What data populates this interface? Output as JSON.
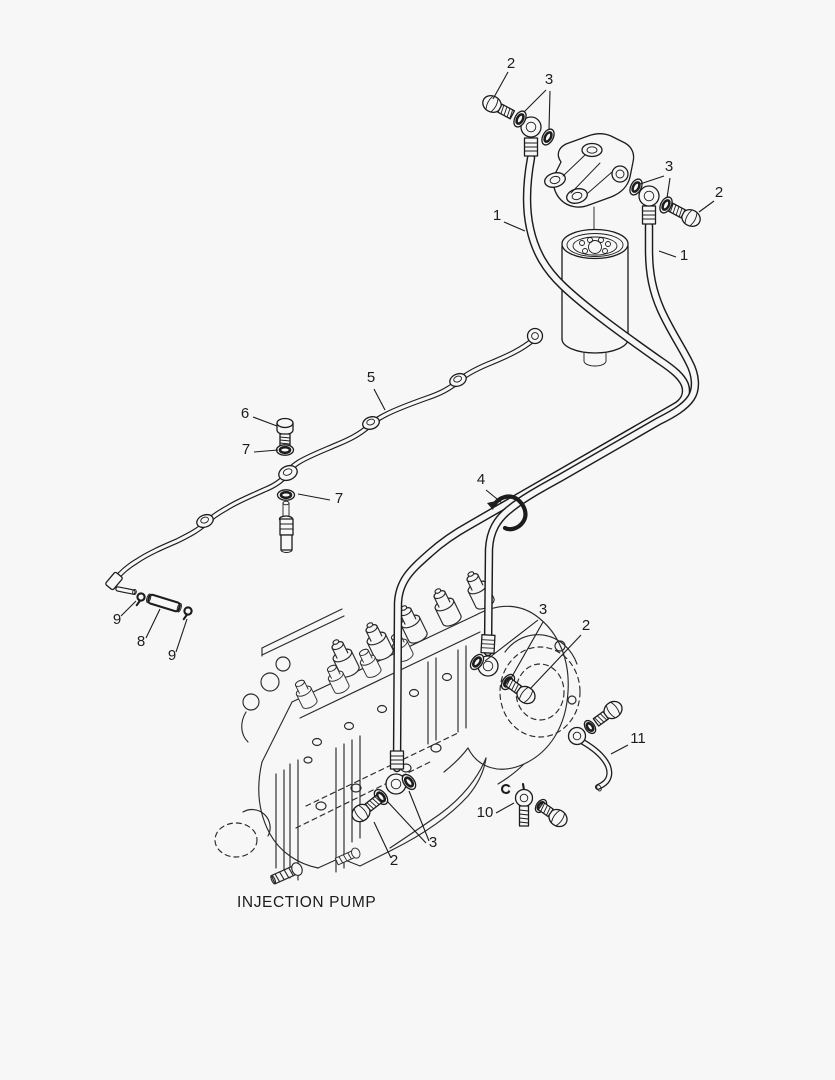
{
  "figure": {
    "type": "exploded-parts-diagram",
    "caption": "INJECTION PUMP",
    "background_color": "#f7f7f7",
    "line_color": "#1c1c1c"
  },
  "callouts": [
    {
      "label": "2"
    },
    {
      "label": "3"
    },
    {
      "label": "3"
    },
    {
      "label": "2"
    },
    {
      "label": "1"
    },
    {
      "label": "1"
    },
    {
      "label": "5"
    },
    {
      "label": "6"
    },
    {
      "label": "7"
    },
    {
      "label": "7"
    },
    {
      "label": "4"
    },
    {
      "label": "9"
    },
    {
      "label": "8"
    },
    {
      "label": "9"
    },
    {
      "label": "3"
    },
    {
      "label": "2"
    },
    {
      "label": "11"
    },
    {
      "label": "10"
    },
    {
      "label": "3"
    },
    {
      "label": "2"
    }
  ]
}
